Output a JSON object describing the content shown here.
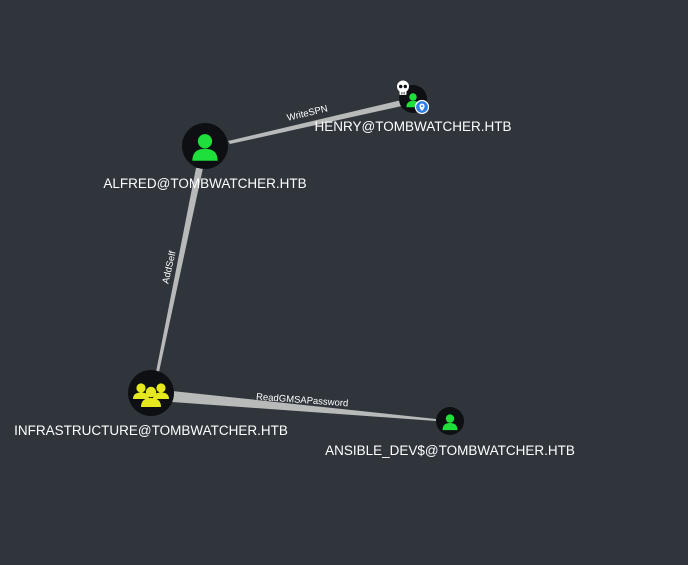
{
  "colors": {
    "background": "#2f353b",
    "node_background": "#0d0f12",
    "user_icon": "#1fe03a",
    "group_icon": "#e5e71f",
    "edge": "#c8c8c8",
    "text": "#ffffff",
    "marker_blue": "#2f7ee8"
  },
  "graph": {
    "nodes": {
      "henry": {
        "label": "HENRY@TOMBWATCHER.HTB",
        "kind": "user",
        "icon": "user-icon",
        "badges": [
          "skull-icon",
          "location-pin-icon"
        ]
      },
      "alfred": {
        "label": "ALFRED@TOMBWATCHER.HTB",
        "kind": "user",
        "icon": "user-icon"
      },
      "infrastructure": {
        "label": "INFRASTRUCTURE@TOMBWATCHER.HTB",
        "kind": "group",
        "icon": "group-icon"
      },
      "ansible": {
        "label": "ANSIBLE_DEV$@TOMBWATCHER.HTB",
        "kind": "user",
        "icon": "user-icon"
      }
    },
    "edges": {
      "writespn": {
        "label": "WriteSPN",
        "from": "ALFRED@TOMBWATCHER.HTB",
        "to": "HENRY@TOMBWATCHER.HTB"
      },
      "addself": {
        "label": "AddSelf",
        "from": "ALFRED@TOMBWATCHER.HTB",
        "to": "INFRASTRUCTURE@TOMBWATCHER.HTB"
      },
      "readgmsa": {
        "label": "ReadGMSAPassword",
        "from": "INFRASTRUCTURE@TOMBWATCHER.HTB",
        "to": "ANSIBLE_DEV$@TOMBWATCHER.HTB"
      }
    }
  }
}
